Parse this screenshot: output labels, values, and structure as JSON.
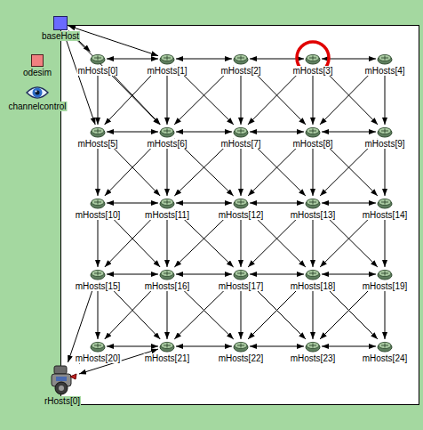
{
  "diagram": {
    "nodes": [
      {
        "text": [
          "baseHost"
        ]
      },
      {
        "text": [
          "odesim"
        ]
      },
      {
        "text": [
          "channelcontrol"
        ]
      },
      {
        "text": [
          "mHosts[0]"
        ]
      },
      {
        "text": [
          "mHosts[1]"
        ]
      },
      {
        "text": [
          "mHosts[2]"
        ]
      },
      {
        "text": [
          "mHosts[3]"
        ]
      },
      {
        "text": [
          "mHosts[4]"
        ]
      },
      {
        "text": [
          "mHosts[5]"
        ]
      },
      {
        "text": [
          "mHosts[6]"
        ]
      },
      {
        "text": [
          "mHosts[7]"
        ]
      },
      {
        "text": [
          "mHosts[8]"
        ]
      },
      {
        "text": [
          "mHosts[9]"
        ]
      },
      {
        "text": [
          "mHosts[10]"
        ]
      },
      {
        "text": [
          "mHosts[11]"
        ]
      },
      {
        "text": [
          "mHosts[12]"
        ]
      },
      {
        "text": [
          "mHosts[13]"
        ]
      },
      {
        "text": [
          "mHosts[14]"
        ]
      },
      {
        "text": [
          "mHosts[15]"
        ]
      },
      {
        "text": [
          "mHosts[16]"
        ]
      },
      {
        "text": [
          "mHosts[17]"
        ]
      },
      {
        "text": [
          "mHosts[18]"
        ]
      },
      {
        "text": [
          "mHosts[19]"
        ]
      },
      {
        "text": [
          "mHosts[20]"
        ]
      },
      {
        "text": [
          "mHosts[21]"
        ]
      },
      {
        "text": [
          "mHosts[22]"
        ]
      },
      {
        "text": [
          "mHosts[23]"
        ]
      },
      {
        "text": [
          "mHosts[24]"
        ]
      },
      {
        "text": [
          "rHosts[0]"
        ]
      }
    ],
    "edges": [
      {
        "from": 3,
        "to": 4,
        "arrow": "both"
      },
      {
        "from": 4,
        "to": 5,
        "arrow": "both"
      },
      {
        "from": 5,
        "to": 6,
        "arrow": "both"
      },
      {
        "from": 6,
        "to": 7,
        "arrow": "both"
      },
      {
        "from": 8,
        "to": 9,
        "arrow": "both"
      },
      {
        "from": 9,
        "to": 10,
        "arrow": "both"
      },
      {
        "from": 10,
        "to": 11,
        "arrow": "both"
      },
      {
        "from": 11,
        "to": 12,
        "arrow": "both"
      },
      {
        "from": 13,
        "to": 14,
        "arrow": "both"
      },
      {
        "from": 14,
        "to": 15,
        "arrow": "both"
      },
      {
        "from": 15,
        "to": 16,
        "arrow": "both"
      },
      {
        "from": 16,
        "to": 17,
        "arrow": "both"
      },
      {
        "from": 18,
        "to": 19,
        "arrow": "both"
      },
      {
        "from": 19,
        "to": 20,
        "arrow": "both"
      },
      {
        "from": 20,
        "to": 21,
        "arrow": "both"
      },
      {
        "from": 21,
        "to": 22,
        "arrow": "both"
      },
      {
        "from": 23,
        "to": 24,
        "arrow": "both"
      },
      {
        "from": 24,
        "to": 25,
        "arrow": "both"
      },
      {
        "from": 25,
        "to": 26,
        "arrow": "both"
      },
      {
        "from": 26,
        "to": 27,
        "arrow": "both"
      },
      {
        "from": 3,
        "to": 8,
        "arrow": "both"
      },
      {
        "from": 4,
        "to": 9,
        "arrow": "both"
      },
      {
        "from": 5,
        "to": 10,
        "arrow": "both"
      },
      {
        "from": 6,
        "to": 11,
        "arrow": "both"
      },
      {
        "from": 7,
        "to": 12,
        "arrow": "both"
      },
      {
        "from": 8,
        "to": 13,
        "arrow": "both"
      },
      {
        "from": 9,
        "to": 14,
        "arrow": "both"
      },
      {
        "from": 10,
        "to": 15,
        "arrow": "both"
      },
      {
        "from": 11,
        "to": 16,
        "arrow": "both"
      },
      {
        "from": 12,
        "to": 17,
        "arrow": "both"
      },
      {
        "from": 13,
        "to": 18,
        "arrow": "both"
      },
      {
        "from": 14,
        "to": 19,
        "arrow": "both"
      },
      {
        "from": 15,
        "to": 20,
        "arrow": "both"
      },
      {
        "from": 16,
        "to": 21,
        "arrow": "both"
      },
      {
        "from": 17,
        "to": 22,
        "arrow": "both"
      },
      {
        "from": 18,
        "to": 23,
        "arrow": "both"
      },
      {
        "from": 19,
        "to": 24,
        "arrow": "both"
      },
      {
        "from": 20,
        "to": 25,
        "arrow": "both"
      },
      {
        "from": 21,
        "to": 26,
        "arrow": "both"
      },
      {
        "from": 22,
        "to": 27,
        "arrow": "both"
      },
      {
        "from": 3,
        "to": 9,
        "arrow": "both"
      },
      {
        "from": 4,
        "to": 8,
        "arrow": "both"
      },
      {
        "from": 4,
        "to": 10,
        "arrow": "both"
      },
      {
        "from": 5,
        "to": 9,
        "arrow": "both"
      },
      {
        "from": 5,
        "to": 11,
        "arrow": "both"
      },
      {
        "from": 6,
        "to": 10,
        "arrow": "both"
      },
      {
        "from": 6,
        "to": 12,
        "arrow": "both"
      },
      {
        "from": 7,
        "to": 11,
        "arrow": "both"
      },
      {
        "from": 8,
        "to": 14,
        "arrow": "both"
      },
      {
        "from": 9,
        "to": 13,
        "arrow": "both"
      },
      {
        "from": 9,
        "to": 15,
        "arrow": "both"
      },
      {
        "from": 10,
        "to": 14,
        "arrow": "both"
      },
      {
        "from": 10,
        "to": 16,
        "arrow": "both"
      },
      {
        "from": 11,
        "to": 15,
        "arrow": "both"
      },
      {
        "from": 11,
        "to": 17,
        "arrow": "both"
      },
      {
        "from": 12,
        "to": 16,
        "arrow": "both"
      },
      {
        "from": 13,
        "to": 19,
        "arrow": "both"
      },
      {
        "from": 14,
        "to": 18,
        "arrow": "both"
      },
      {
        "from": 14,
        "to": 20,
        "arrow": "both"
      },
      {
        "from": 15,
        "to": 19,
        "arrow": "both"
      },
      {
        "from": 15,
        "to": 21,
        "arrow": "both"
      },
      {
        "from": 16,
        "to": 20,
        "arrow": "both"
      },
      {
        "from": 16,
        "to": 22,
        "arrow": "both"
      },
      {
        "from": 17,
        "to": 21,
        "arrow": "both"
      },
      {
        "from": 18,
        "to": 24,
        "arrow": "both"
      },
      {
        "from": 19,
        "to": 23,
        "arrow": "both"
      },
      {
        "from": 19,
        "to": 25,
        "arrow": "both"
      },
      {
        "from": 20,
        "to": 24,
        "arrow": "both"
      },
      {
        "from": 20,
        "to": 26,
        "arrow": "both"
      },
      {
        "from": 21,
        "to": 25,
        "arrow": "both"
      },
      {
        "from": 21,
        "to": 27,
        "arrow": "both"
      },
      {
        "from": 22,
        "to": 26,
        "arrow": "both"
      },
      {
        "from": 0,
        "to": 3,
        "arrow": "both"
      },
      {
        "from": 0,
        "to": 4,
        "arrow": "both"
      },
      {
        "from": 0,
        "to": 8,
        "arrow": "both"
      },
      {
        "from": 0,
        "to": 9,
        "arrow": "both"
      },
      {
        "from": 28,
        "to": 18,
        "arrow": "both"
      },
      {
        "from": 28,
        "to": 23,
        "arrow": "both"
      },
      {
        "from": 28,
        "to": 24,
        "arrow": "both"
      }
    ]
  }
}
